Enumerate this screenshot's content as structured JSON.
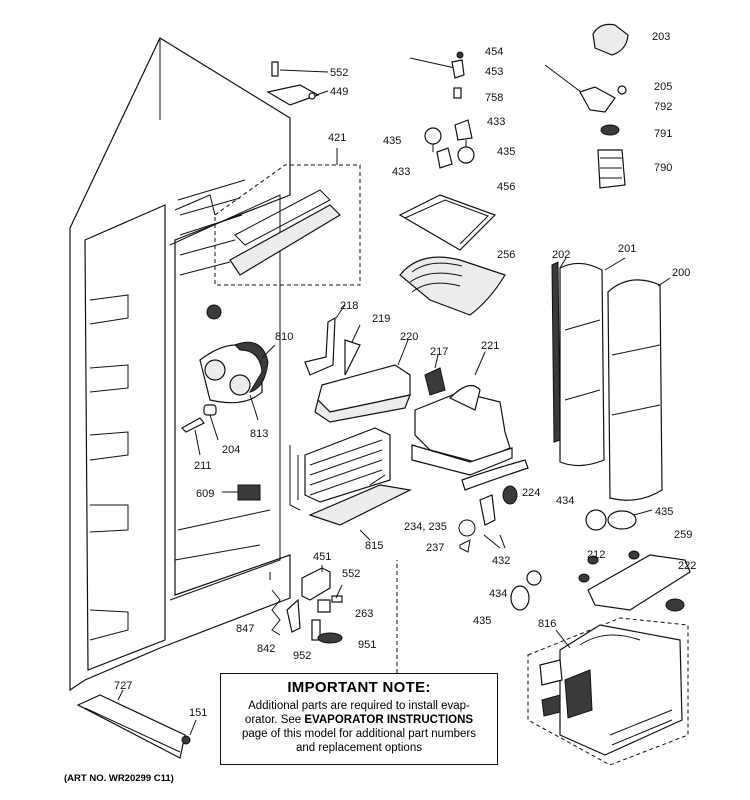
{
  "parts": [
    {
      "id": "552a",
      "number": "552"
    },
    {
      "id": "449",
      "number": "449"
    },
    {
      "id": "421",
      "number": "421"
    },
    {
      "id": "810",
      "number": "810"
    },
    {
      "id": "204",
      "number": "204"
    },
    {
      "id": "211",
      "number": "211"
    },
    {
      "id": "813",
      "number": "813"
    },
    {
      "id": "609",
      "number": "609"
    },
    {
      "id": "218",
      "number": "218"
    },
    {
      "id": "219",
      "number": "219"
    },
    {
      "id": "220",
      "number": "220"
    },
    {
      "id": "217",
      "number": "217"
    },
    {
      "id": "221",
      "number": "221"
    },
    {
      "id": "815",
      "number": "815"
    },
    {
      "id": "451",
      "number": "451"
    },
    {
      "id": "552b",
      "number": "552"
    },
    {
      "id": "263",
      "number": "263"
    },
    {
      "id": "847",
      "number": "847"
    },
    {
      "id": "842",
      "number": "842"
    },
    {
      "id": "952",
      "number": "952"
    },
    {
      "id": "951",
      "number": "951"
    },
    {
      "id": "727",
      "number": "727"
    },
    {
      "id": "151",
      "number": "151"
    },
    {
      "id": "454",
      "number": "454"
    },
    {
      "id": "453",
      "number": "453"
    },
    {
      "id": "758",
      "number": "758"
    },
    {
      "id": "433a",
      "number": "433"
    },
    {
      "id": "435a",
      "number": "435"
    },
    {
      "id": "433b",
      "number": "433"
    },
    {
      "id": "435b",
      "number": "435"
    },
    {
      "id": "456",
      "number": "456"
    },
    {
      "id": "256",
      "number": "256"
    },
    {
      "id": "203",
      "number": "203"
    },
    {
      "id": "205",
      "number": "205"
    },
    {
      "id": "792",
      "number": "792"
    },
    {
      "id": "791",
      "number": "791"
    },
    {
      "id": "790",
      "number": "790"
    },
    {
      "id": "202",
      "number": "202"
    },
    {
      "id": "201",
      "number": "201"
    },
    {
      "id": "200",
      "number": "200"
    },
    {
      "id": "224",
      "number": "224"
    },
    {
      "id": "234235",
      "number": "234, 235"
    },
    {
      "id": "237",
      "number": "237"
    },
    {
      "id": "432",
      "number": "432"
    },
    {
      "id": "434a",
      "number": "434"
    },
    {
      "id": "435c",
      "number": "435"
    },
    {
      "id": "259",
      "number": "259"
    },
    {
      "id": "212",
      "number": "212"
    },
    {
      "id": "222",
      "number": "222"
    },
    {
      "id": "434b",
      "number": "434"
    },
    {
      "id": "435d",
      "number": "435"
    },
    {
      "id": "816",
      "number": "816"
    }
  ],
  "note": {
    "title": "IMPORTANT NOTE:",
    "line1": "Additional parts are required to install evap-",
    "line2_pre": "orator.  See ",
    "line2_bold": "EVAPORATOR INSTRUCTIONS",
    "line3": "page of this model for additional part numbers",
    "line4": "and replacement options"
  },
  "art_number": "(ART NO. WR20299 C11)"
}
